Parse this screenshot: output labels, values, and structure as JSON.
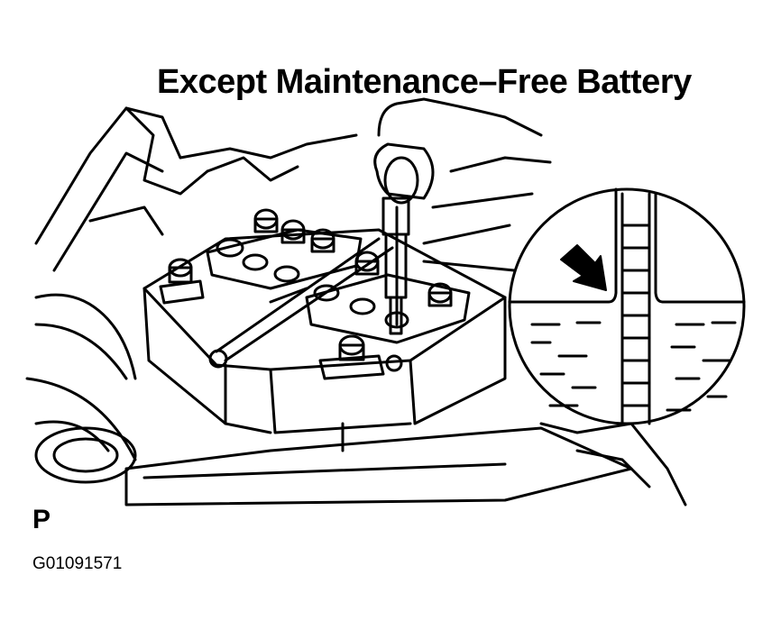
{
  "diagram": {
    "title": "Except Maintenance–Free Battery",
    "view_label": "P",
    "figure_id": "G01091571"
  },
  "icons": [
    "arrow-icon"
  ]
}
